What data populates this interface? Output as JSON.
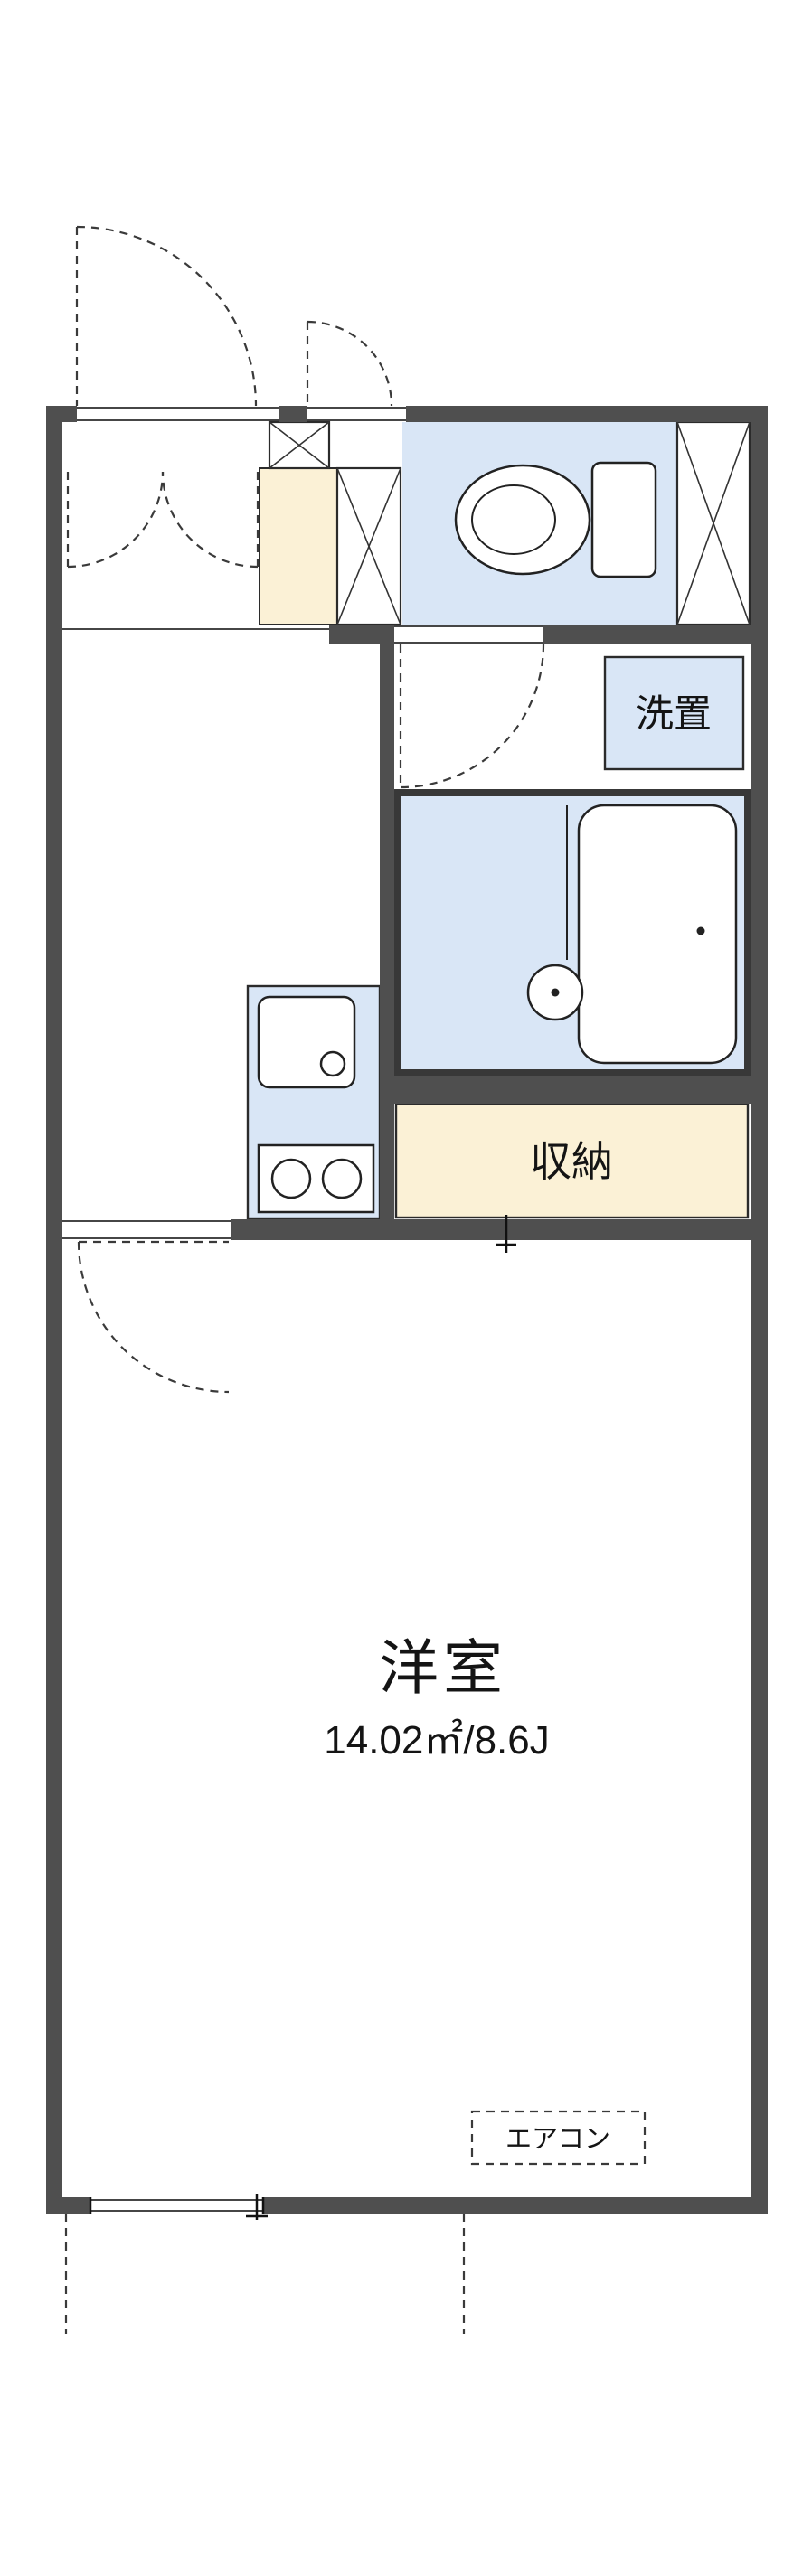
{
  "plan": {
    "labels": {
      "washer": "洗置",
      "closet": "収納",
      "main_room": "洋室",
      "main_room_area": "14.02㎡/8.6J",
      "aircon": "エアコン"
    },
    "colors": {
      "wall": "#4f4f4f",
      "water_blue": "#d9e6f6",
      "storage_cream": "#fbf1d6",
      "line": "#222222",
      "background": "#ffffff"
    },
    "fixtures": [
      "toilet",
      "bathtub",
      "shower-drain",
      "kitchen-sink",
      "stove-two-burners",
      "washing-machine-space",
      "air-conditioner"
    ]
  }
}
